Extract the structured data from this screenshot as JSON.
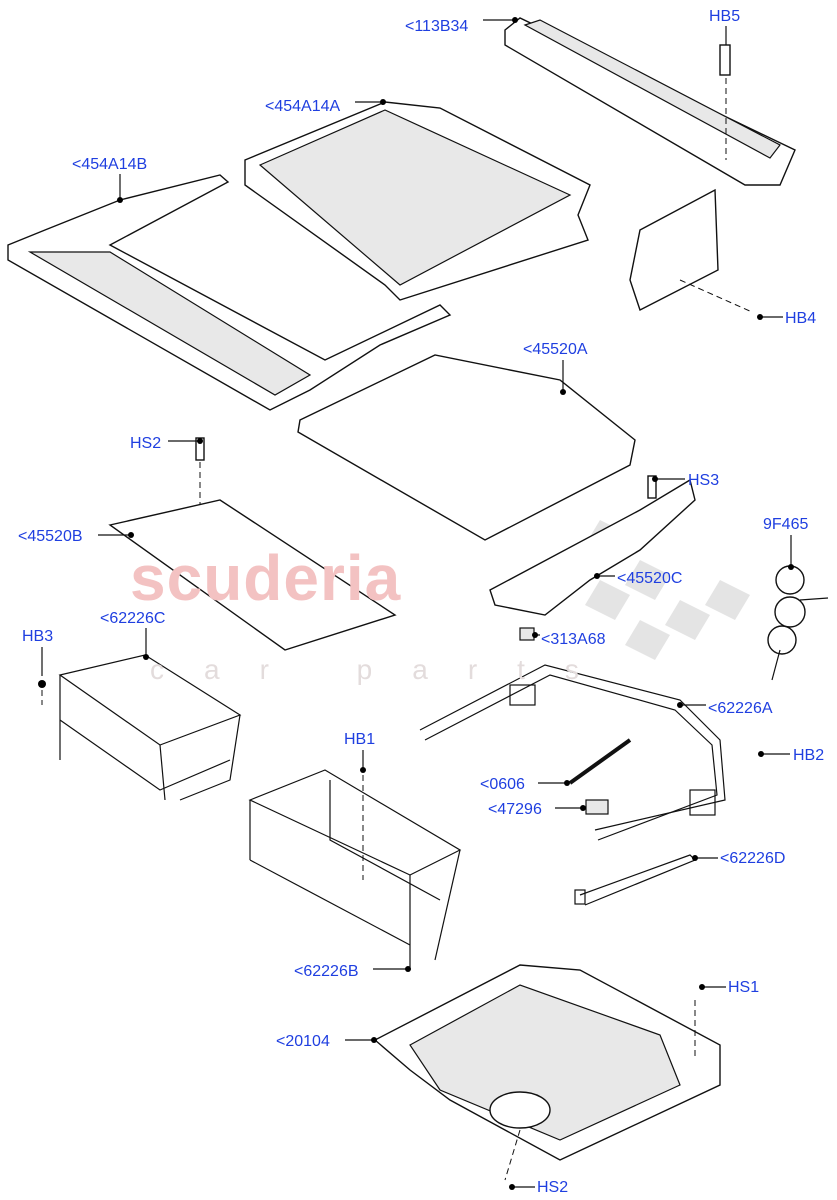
{
  "watermark": {
    "main": "scuderia",
    "sub": "car parts"
  },
  "callouts": [
    {
      "id": "113b34",
      "text": "<113B34"
    },
    {
      "id": "hb5",
      "text": "HB5"
    },
    {
      "id": "454a14a",
      "text": "<454A14A"
    },
    {
      "id": "454a14b",
      "text": "<454A14B"
    },
    {
      "id": "hb4",
      "text": "HB4"
    },
    {
      "id": "45520a",
      "text": "<45520A"
    },
    {
      "id": "hs2-top",
      "text": "HS2"
    },
    {
      "id": "hs3",
      "text": "HS3"
    },
    {
      "id": "45520b",
      "text": "<45520B"
    },
    {
      "id": "9f465",
      "text": "9F465"
    },
    {
      "id": "45520c",
      "text": "<45520C"
    },
    {
      "id": "62226c",
      "text": "<62226C"
    },
    {
      "id": "hb3",
      "text": "HB3"
    },
    {
      "id": "313a68",
      "text": "<313A68"
    },
    {
      "id": "62226a",
      "text": "<62226A"
    },
    {
      "id": "hb1",
      "text": "HB1"
    },
    {
      "id": "hb2",
      "text": "HB2"
    },
    {
      "id": "0606",
      "text": "<0606"
    },
    {
      "id": "47296",
      "text": "<47296"
    },
    {
      "id": "62226d",
      "text": "<62226D"
    },
    {
      "id": "62226b",
      "text": "<62226B"
    },
    {
      "id": "20104",
      "text": "<20104"
    },
    {
      "id": "hs1",
      "text": "HS1"
    },
    {
      "id": "hs2-bottom",
      "text": "HS2"
    }
  ],
  "colors": {
    "label": "#1f3fe0",
    "watermark": "#f3c2c2"
  }
}
